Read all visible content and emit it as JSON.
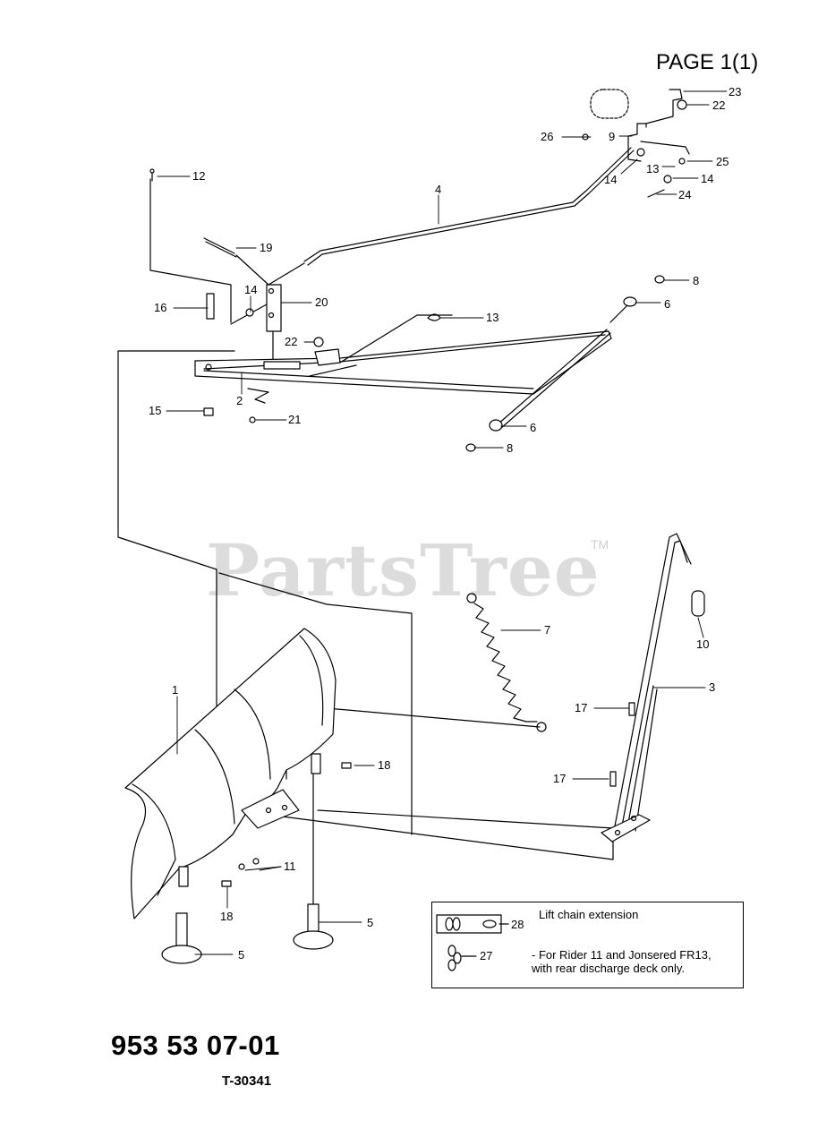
{
  "page_title": "PAGE 1(1)",
  "part_number": "953 53 07-01",
  "doc_code": "T-30341",
  "watermark": "PartsTree",
  "watermark_tm": "TM",
  "note": {
    "heading": "Lift chain extension",
    "text": "- For Rider 11 and  Jonsered FR13,\n  with rear discharge deck only."
  },
  "callouts": {
    "c1": "1",
    "c2": "2",
    "c3": "3",
    "c4": "4",
    "c5a": "5",
    "c5b": "5",
    "c6a": "6",
    "c6b": "6",
    "c7": "7",
    "c8a": "8",
    "c8b": "8",
    "c9": "9",
    "c10": "10",
    "c11": "11",
    "c12": "12",
    "c13a": "13",
    "c13b": "13",
    "c14a": "14",
    "c14b": "14",
    "c14c": "14",
    "c15": "15",
    "c16": "16",
    "c17a": "17",
    "c17b": "17",
    "c18a": "18",
    "c18b": "18",
    "c19": "19",
    "c20": "20",
    "c21": "21",
    "c22a": "22",
    "c22b": "22",
    "c23": "23",
    "c24": "24",
    "c25": "25",
    "c26": "26",
    "c27": "27",
    "c28": "28"
  }
}
